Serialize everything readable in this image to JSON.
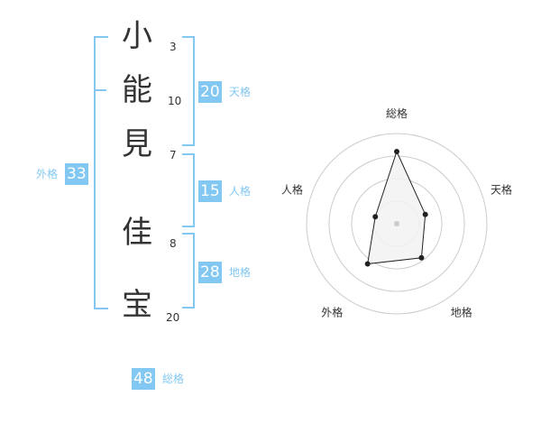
{
  "name": {
    "characters": [
      {
        "char": "小",
        "strokes": "3"
      },
      {
        "char": "能",
        "strokes": "10"
      },
      {
        "char": "見",
        "strokes": "7"
      },
      {
        "char": "佳",
        "strokes": "8"
      },
      {
        "char": "宝",
        "strokes": "20"
      }
    ]
  },
  "fortune": {
    "tenkaku": {
      "value": "20",
      "label": "天格"
    },
    "jinkaku": {
      "value": "15",
      "label": "人格"
    },
    "chikaku": {
      "value": "28",
      "label": "地格"
    },
    "gaikaku": {
      "value": "33",
      "label": "外格"
    },
    "soukaku": {
      "value": "48",
      "label": "総格"
    }
  },
  "colors": {
    "accent": "#82c8f2",
    "text": "#333333",
    "grid": "#cccccc",
    "fill": "#f2f2f2"
  },
  "chart_data": {
    "type": "radar",
    "axes": [
      "総格",
      "天格",
      "地格",
      "外格",
      "人格"
    ],
    "values": [
      48,
      20,
      28,
      33,
      15
    ],
    "range": [
      0,
      60
    ],
    "rings": 4
  }
}
